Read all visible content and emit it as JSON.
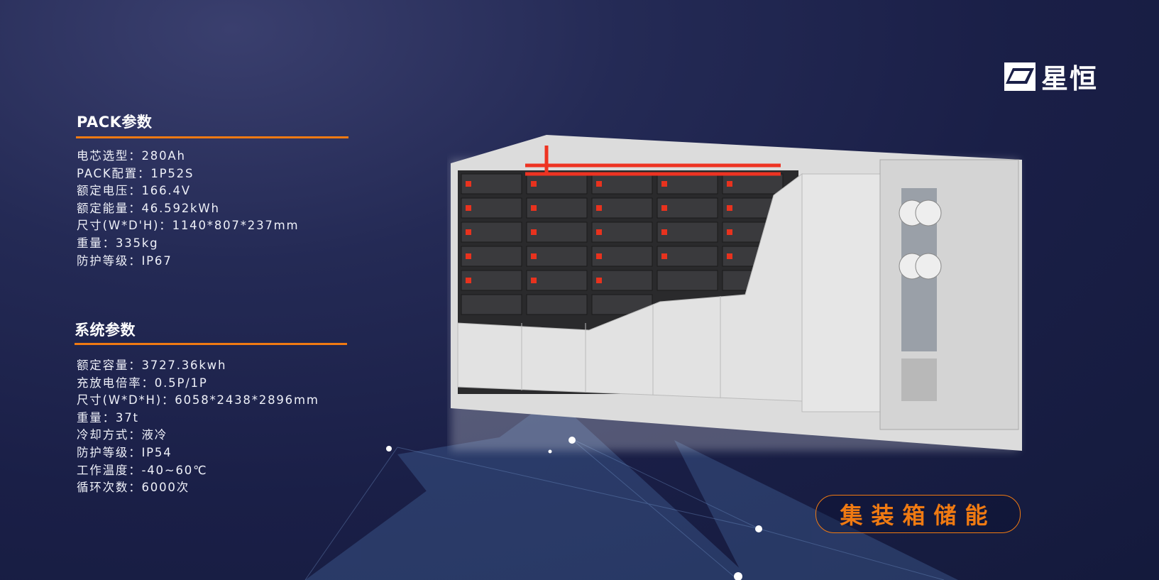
{
  "logo": {
    "text": "星恒"
  },
  "pack": {
    "title": "PACK参数",
    "items": [
      "电芯选型：280Ah",
      "PACK配置：1P52S",
      "额定电压：166.4V",
      "额定能量：46.592kWh",
      "尺寸(W*D'H)：1140*807*237mm",
      "重量：335kg",
      "防护等级：IP67"
    ]
  },
  "system": {
    "title": "系统参数",
    "items": [
      "额定容量：3727.36kwh",
      "充放电倍率：0.5P/1P",
      "尺寸(W*D*H)：6058*2438*2896mm",
      "重量：37t",
      "冷却方式：液冷",
      "防护等级：IP54",
      "工作温度：-40~60℃",
      "循环次数：6000次"
    ]
  },
  "badge": {
    "label": "集装箱储能"
  },
  "colors": {
    "accent": "#f07a12",
    "background": "#1a1f47"
  }
}
